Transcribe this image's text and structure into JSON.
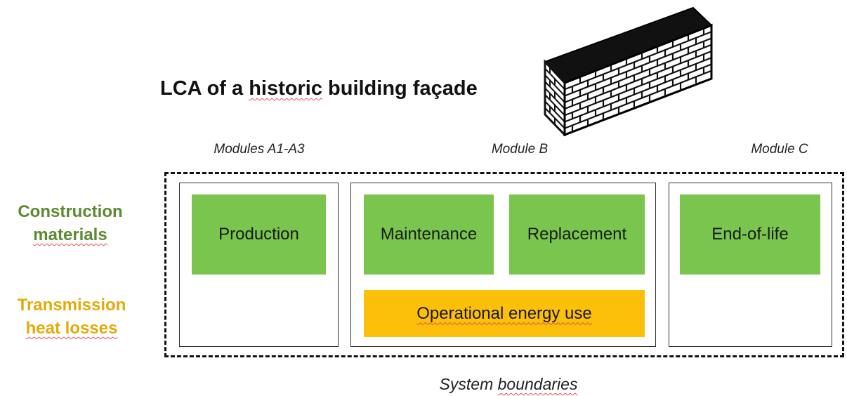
{
  "title": {
    "prefix": "LCA of a ",
    "underlined": "historic",
    "suffix": " building façade"
  },
  "modules": {
    "a": "Modules A1-A3",
    "b": "Module B",
    "c": "Module C"
  },
  "rows": {
    "construction_line1": "Construction",
    "construction_line2": "materials",
    "transmission_line1": "Transmission",
    "transmission_line2": "heat losses"
  },
  "boxes": {
    "production": "Production",
    "maintenance": "Maintenance",
    "replacement": "Replacement",
    "end_of_life": "End-of-life",
    "operational": "Operational energy use"
  },
  "caption": {
    "prefix": "System ",
    "underlined": "boundaries"
  },
  "colors": {
    "green_box": "#79c54e",
    "orange_box": "#fcbf0a",
    "construction_label": "#5a8a32",
    "transmission_label": "#e3aa0a"
  },
  "icons": {
    "wall": "brick-wall-icon"
  }
}
